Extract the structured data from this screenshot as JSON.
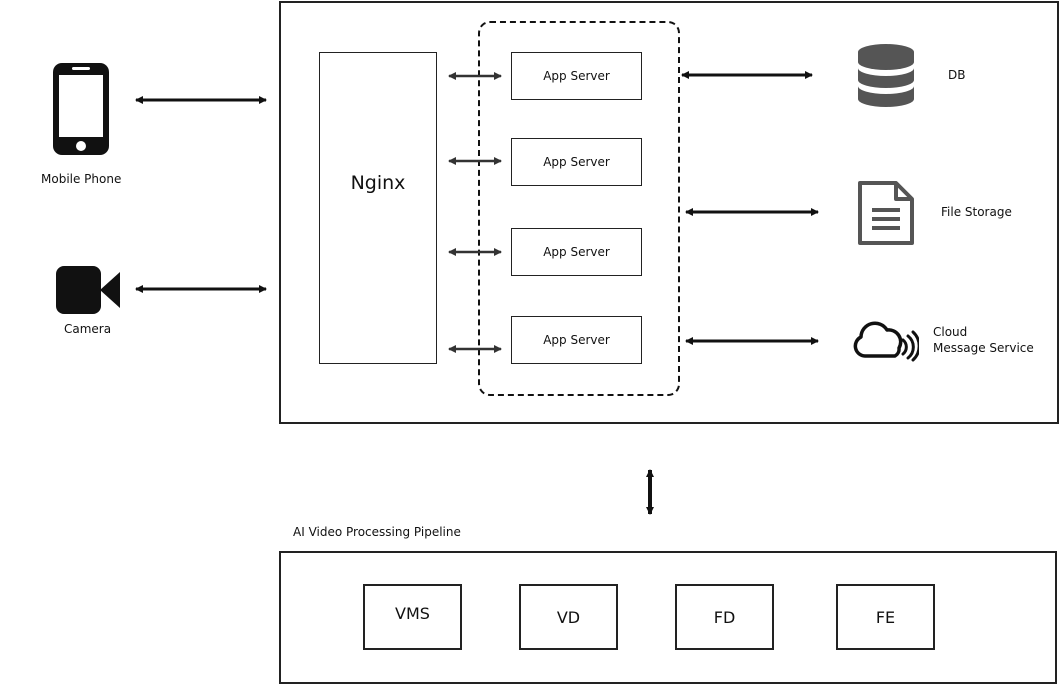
{
  "left": {
    "mobile_label": "Mobile Phone",
    "camera_label": "Camera"
  },
  "server": {
    "nginx_label": "Nginx",
    "app_servers": [
      "App Server",
      "App Server",
      "App Server",
      "App Server"
    ]
  },
  "storage": {
    "db_label": "DB",
    "file_label": "File Storage",
    "cloud_line1": "Cloud",
    "cloud_line2": "Message Service"
  },
  "pipeline": {
    "title": "AI Video Processing Pipeline",
    "stages": [
      "VMS",
      "VD",
      "FD",
      "FE"
    ]
  },
  "colors": {
    "stroke": "#222222",
    "icon_gray": "#555555",
    "icon_black": "#111111"
  }
}
